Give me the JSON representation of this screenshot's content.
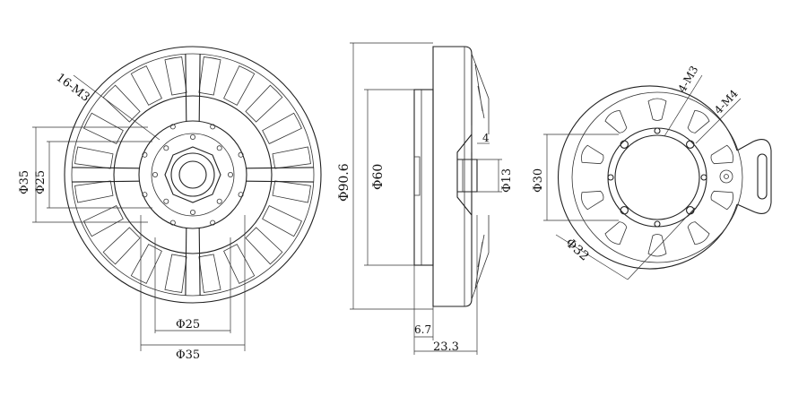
{
  "front_view": {
    "hole_label": "16-M3",
    "dim_h_inner": "Φ25",
    "dim_h_outer": "Φ35",
    "dim_v_outer": "Φ35",
    "dim_v_inner": "Φ25"
  },
  "side_view": {
    "dim_overall": "Φ90.6",
    "dim_body": "Φ60",
    "dim_hub": "Φ13",
    "dim_step": "4",
    "dim_flange": "6.7",
    "dim_length": "23.3"
  },
  "back_view": {
    "label_m3": "4-M3",
    "label_m4": "4-M4",
    "dim_bore": "Φ30",
    "dim_pcd": "Φ32"
  }
}
